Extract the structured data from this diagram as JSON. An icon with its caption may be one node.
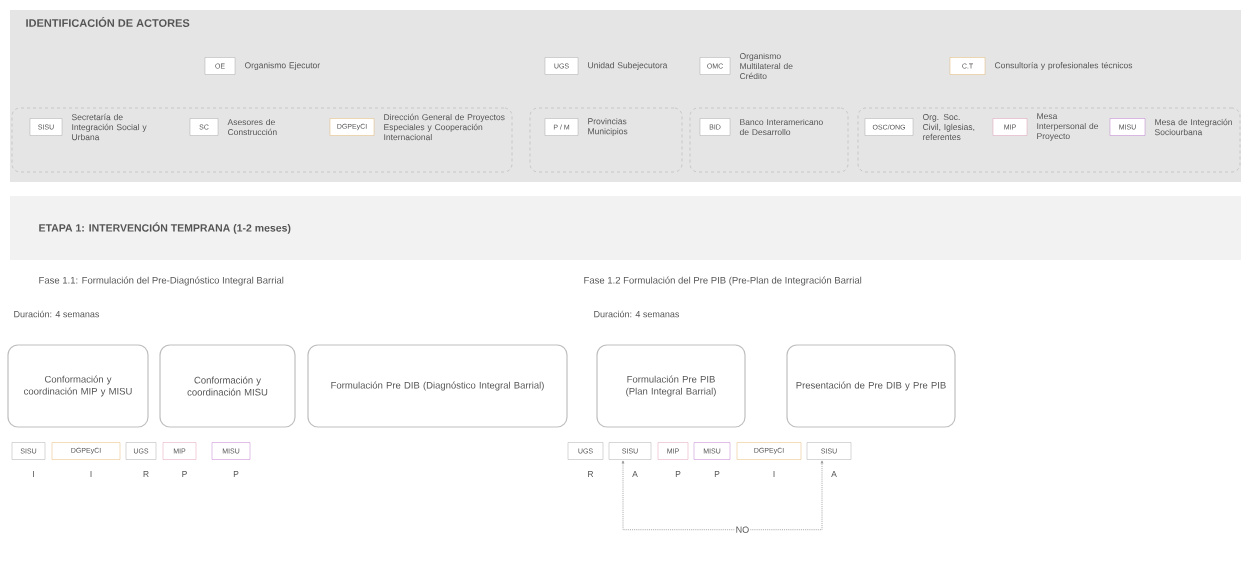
{
  "diagram": {
    "title": "IDENTIFICACIÓN DE ACTORES",
    "nodes": [
      {
        "text": [
          "OE"
        ],
        "beside": [
          "Organismo Ejecutor"
        ]
      },
      {
        "text": [
          "UGS"
        ],
        "beside": [
          "Unidad Subejecutora"
        ]
      },
      {
        "text": [
          "OMC"
        ],
        "beside": [
          "Organismo Multilateral de Crédito"
        ]
      },
      {
        "text": [
          "C.T"
        ],
        "beside": [
          "Consultoría y profesionales técnicos"
        ]
      },
      {
        "text": [],
        "shape": "box"
      },
      {
        "text": [
          "SISU"
        ],
        "beside": [
          "Secretaría de Integración Social y Urbana"
        ],
        "in": 4
      },
      {
        "text": [
          "SC"
        ],
        "beside": [
          "Asesores de Construcción"
        ],
        "in": 4
      },
      {
        "text": [
          "DGPEyCI"
        ],
        "beside": [
          "Dirección General de Proyectos Especiales y Cooperación Internacional"
        ],
        "in": 4
      },
      {
        "text": [],
        "shape": "box"
      },
      {
        "text": [
          "P / M"
        ],
        "beside": [
          "Provincias Municipios"
        ],
        "in": 8
      },
      {
        "text": [],
        "shape": "box"
      },
      {
        "text": [
          "BID"
        ],
        "beside": [
          "Banco Interamericano de Desarrollo"
        ],
        "in": 10
      },
      {
        "text": [],
        "shape": "box"
      },
      {
        "text": [
          "OSC/ONG"
        ],
        "beside": [
          "Org. Soc. Civil, Iglesias, referentes"
        ],
        "in": 12
      },
      {
        "text": [
          "MIP"
        ],
        "beside": [
          "Mesa Interpersonal de Proyecto"
        ],
        "in": 12
      },
      {
        "text": [
          "MISU"
        ],
        "beside": [
          "Mesa de Integración Sociourbana"
        ],
        "in": 12
      },
      {
        "text": [
          "Conformación y coordinación MIP y MISU"
        ]
      },
      {
        "text": [
          "Conformación y coordinación MISU"
        ]
      },
      {
        "text": [
          "Formulación Pre DIB (Diagnóstico Integral Barrial)"
        ]
      },
      {
        "text": [
          "Formulación Pre PIB (Plan Integral Barrial)"
        ]
      },
      {
        "text": [
          "Presentación de Pre DIB y Pre PIB"
        ]
      },
      {
        "text": [
          "SISU"
        ],
        "beside": [
          "I"
        ]
      },
      {
        "text": [
          "DGPEyCI"
        ],
        "beside": [
          "I"
        ]
      },
      {
        "text": [
          "UGS"
        ],
        "beside": [
          "R"
        ]
      },
      {
        "text": [
          "MIP"
        ],
        "beside": [
          "P"
        ]
      },
      {
        "text": [
          "MISU"
        ],
        "beside": [
          "P"
        ]
      },
      {
        "text": [
          "UGS"
        ],
        "beside": [
          "R"
        ]
      },
      {
        "text": [
          "SISU"
        ],
        "beside": [
          "A"
        ]
      },
      {
        "text": [
          "MIP"
        ],
        "beside": [
          "P"
        ]
      },
      {
        "text": [
          "MISU"
        ],
        "beside": [
          "P"
        ]
      },
      {
        "text": [
          "DGPEyCI"
        ],
        "beside": [
          "I"
        ]
      },
      {
        "text": [
          "SISU"
        ],
        "beside": [
          "A"
        ]
      }
    ],
    "edges": [
      {
        "from": 27,
        "to": 31,
        "arrow": "both",
        "style": "dashed",
        "label": "NO"
      }
    ],
    "labels": [
      "ETAPA 1: INTERVENCIÓN TEMPRANA (1-2 meses)",
      "Fase 1.1: Formulación del Pre-Diagnóstico Integral Barrial",
      "Fase 1.2 Formulación del Pre PIB (Pre-Plan de Integración Barrial",
      "Duración: 4 semanas",
      "Duración: 4 semanas"
    ]
  }
}
